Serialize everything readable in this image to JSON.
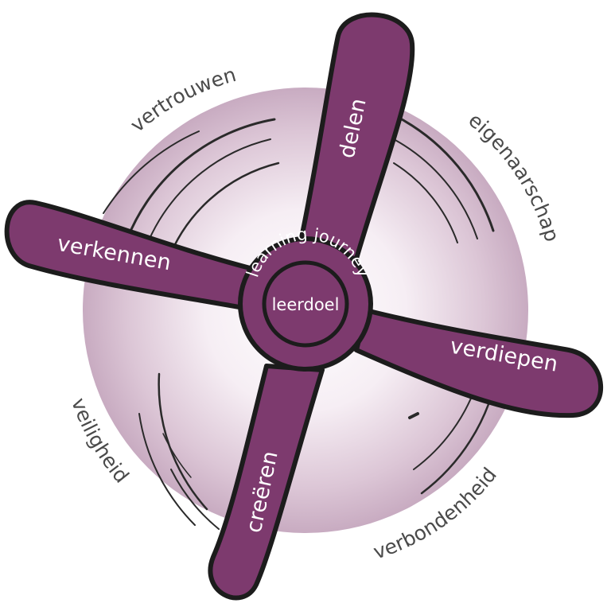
{
  "colors": {
    "blade": "#7d3a6e",
    "outline": "#1c1c1c",
    "halo": "#c5a8bf",
    "outer_text": "#4a4a4a"
  },
  "hub": {
    "ring_label": "learning journey",
    "center_label": "leerdoel"
  },
  "blades": {
    "top": "delen",
    "left": "verkennen",
    "right": "verdiepen",
    "bottom": "creëren"
  },
  "outer_words": {
    "top_left": "vertrouwen",
    "top_right": "eigenaarschap",
    "bottom_left": "veiligheid",
    "bottom_right": "verbondenheid"
  }
}
